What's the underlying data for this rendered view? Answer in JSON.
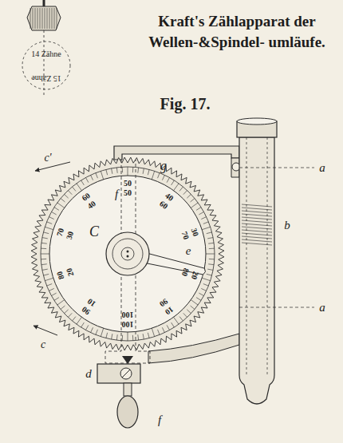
{
  "diagram": {
    "title": "Kraft's Zählapparat der Wellen-&Spindel- umläufe.",
    "labels": [
      "14 Zähne",
      "15 Zähne",
      "Fig. 17.",
      "g",
      "c'",
      "a",
      "b",
      "C",
      "f",
      "e",
      "a",
      "c",
      "d",
      "f",
      "50",
      "50",
      "40",
      "60",
      "30",
      "70",
      "20",
      "80",
      "10",
      "90",
      "100",
      "100",
      "90",
      "10",
      "80",
      "20",
      "70",
      "30",
      "60",
      "40"
    ]
  }
}
